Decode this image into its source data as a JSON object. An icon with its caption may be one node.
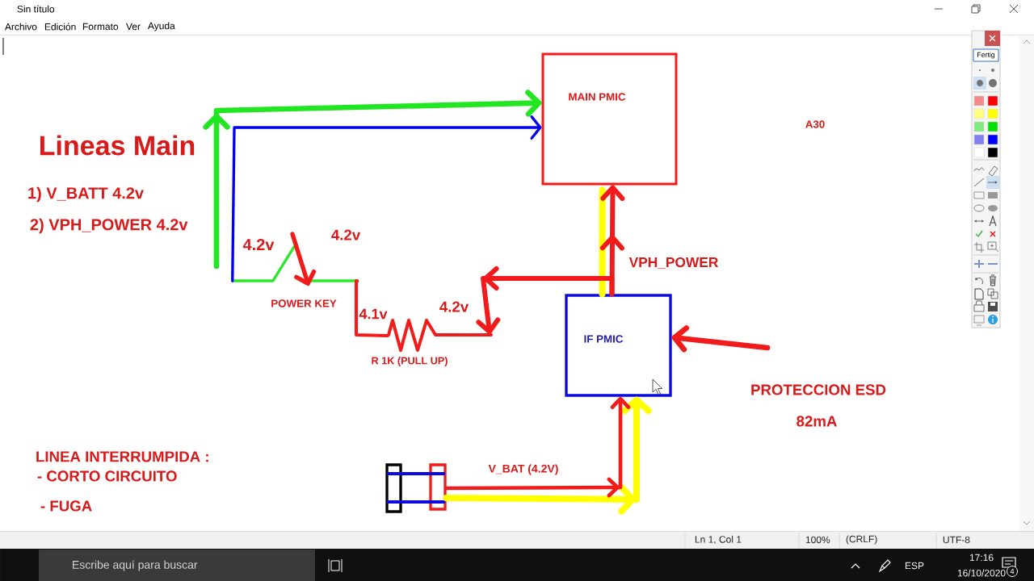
{
  "diagram": {
    "nodes": [
      {
        "text": [
          "MAIN PMIC"
        ]
      },
      {
        "text": [],
        "shape": "picture",
        "beside": [
          "4.2v",
          "4.2v",
          "POWER KEY"
        ]
      },
      {
        "text": [
          "IF PMIC"
        ]
      },
      {
        "text": [],
        "shape": "picture",
        "beside": [
          "4.1v",
          "4.2v",
          "R 1K (PULL UP)"
        ]
      },
      {
        "text": [],
        "shape": "picture"
      }
    ],
    "edges": [
      {
        "from": null,
        "to": 0,
        "arrow": "to",
        "color": "#22e622"
      },
      {
        "from": 1,
        "to": 0,
        "arrow": "to",
        "color": "#0000ee"
      },
      {
        "from": 1,
        "to": 3,
        "arrow": "none"
      },
      {
        "from": 2,
        "to": 0,
        "arrow": "none",
        "color": "#ffff00"
      },
      {
        "from": 2,
        "to": 0,
        "arrow": "to",
        "label": "VPH_POWER"
      },
      {
        "from": 2,
        "to": 3,
        "arrow": "to"
      },
      {
        "from": null,
        "to": 2,
        "arrow": "to"
      },
      {
        "from": 4,
        "to": 2,
        "arrow": "to",
        "color": "#ffff00"
      },
      {
        "from": 4,
        "to": 2,
        "arrow": "to",
        "label": "V_BAT (4.2V)"
      }
    ],
    "labels": [
      "Sin título",
      "Archivo",
      "Edición",
      "Formato",
      "Ver",
      "Ayuda",
      "Fertig",
      "A30",
      "Lineas Main",
      "1) V_BATT 4.2v",
      "2) VPH_POWER 4.2v",
      "PROTECCION ESD",
      "82mA",
      "LINEA INTERRUMPIDA :",
      "- CORTO CIRCUITO",
      "- FUGA",
      "Ln 1, Col 1",
      "100%",
      "(CRLF)",
      "UTF-8",
      "Escribe aquí para buscar",
      "ESP",
      "17:16",
      "16/10/2020",
      "4"
    ]
  }
}
